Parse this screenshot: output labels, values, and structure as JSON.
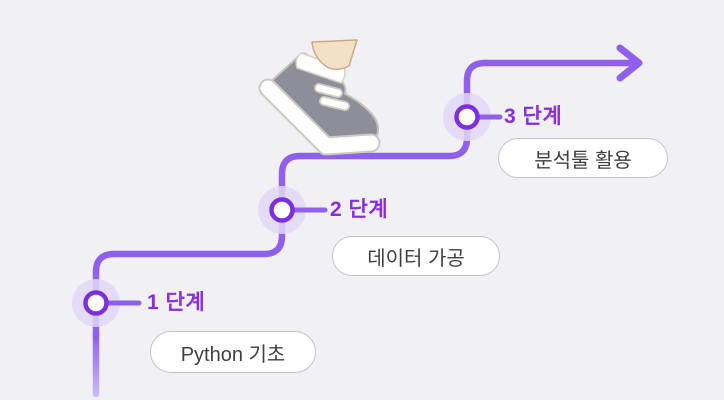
{
  "diagram": {
    "type": "step-path",
    "direction": "bottom-left to top-right",
    "steps": [
      {
        "label": "1 단계",
        "badge": "Python 기초"
      },
      {
        "label": "2 단계",
        "badge": "데이터 가공"
      },
      {
        "label": "3 단계",
        "badge": "분석툴 활용"
      }
    ]
  },
  "icons": {
    "shoe": "walking-shoe-icon",
    "arrow": "arrow-right-icon"
  },
  "colors": {
    "background": "#f0f0f5",
    "path": "#8f5fee",
    "path_tail": "#cbbcf5",
    "node_ring": "#7c2fe0",
    "node_fill": "#ffffff",
    "node_halo": "#e2d8f6",
    "step_label_text": "#8a2ce0",
    "badge_background": "#ffffff",
    "badge_border": "#c3c3cd",
    "badge_text": "#3f3f46",
    "shoe_body": "#8e8e99",
    "shoe_sole": "#ffffff",
    "shoe_outline": "#cfc8c0",
    "sock": "#ffffff",
    "leg_skin": "#f4e0c4"
  }
}
